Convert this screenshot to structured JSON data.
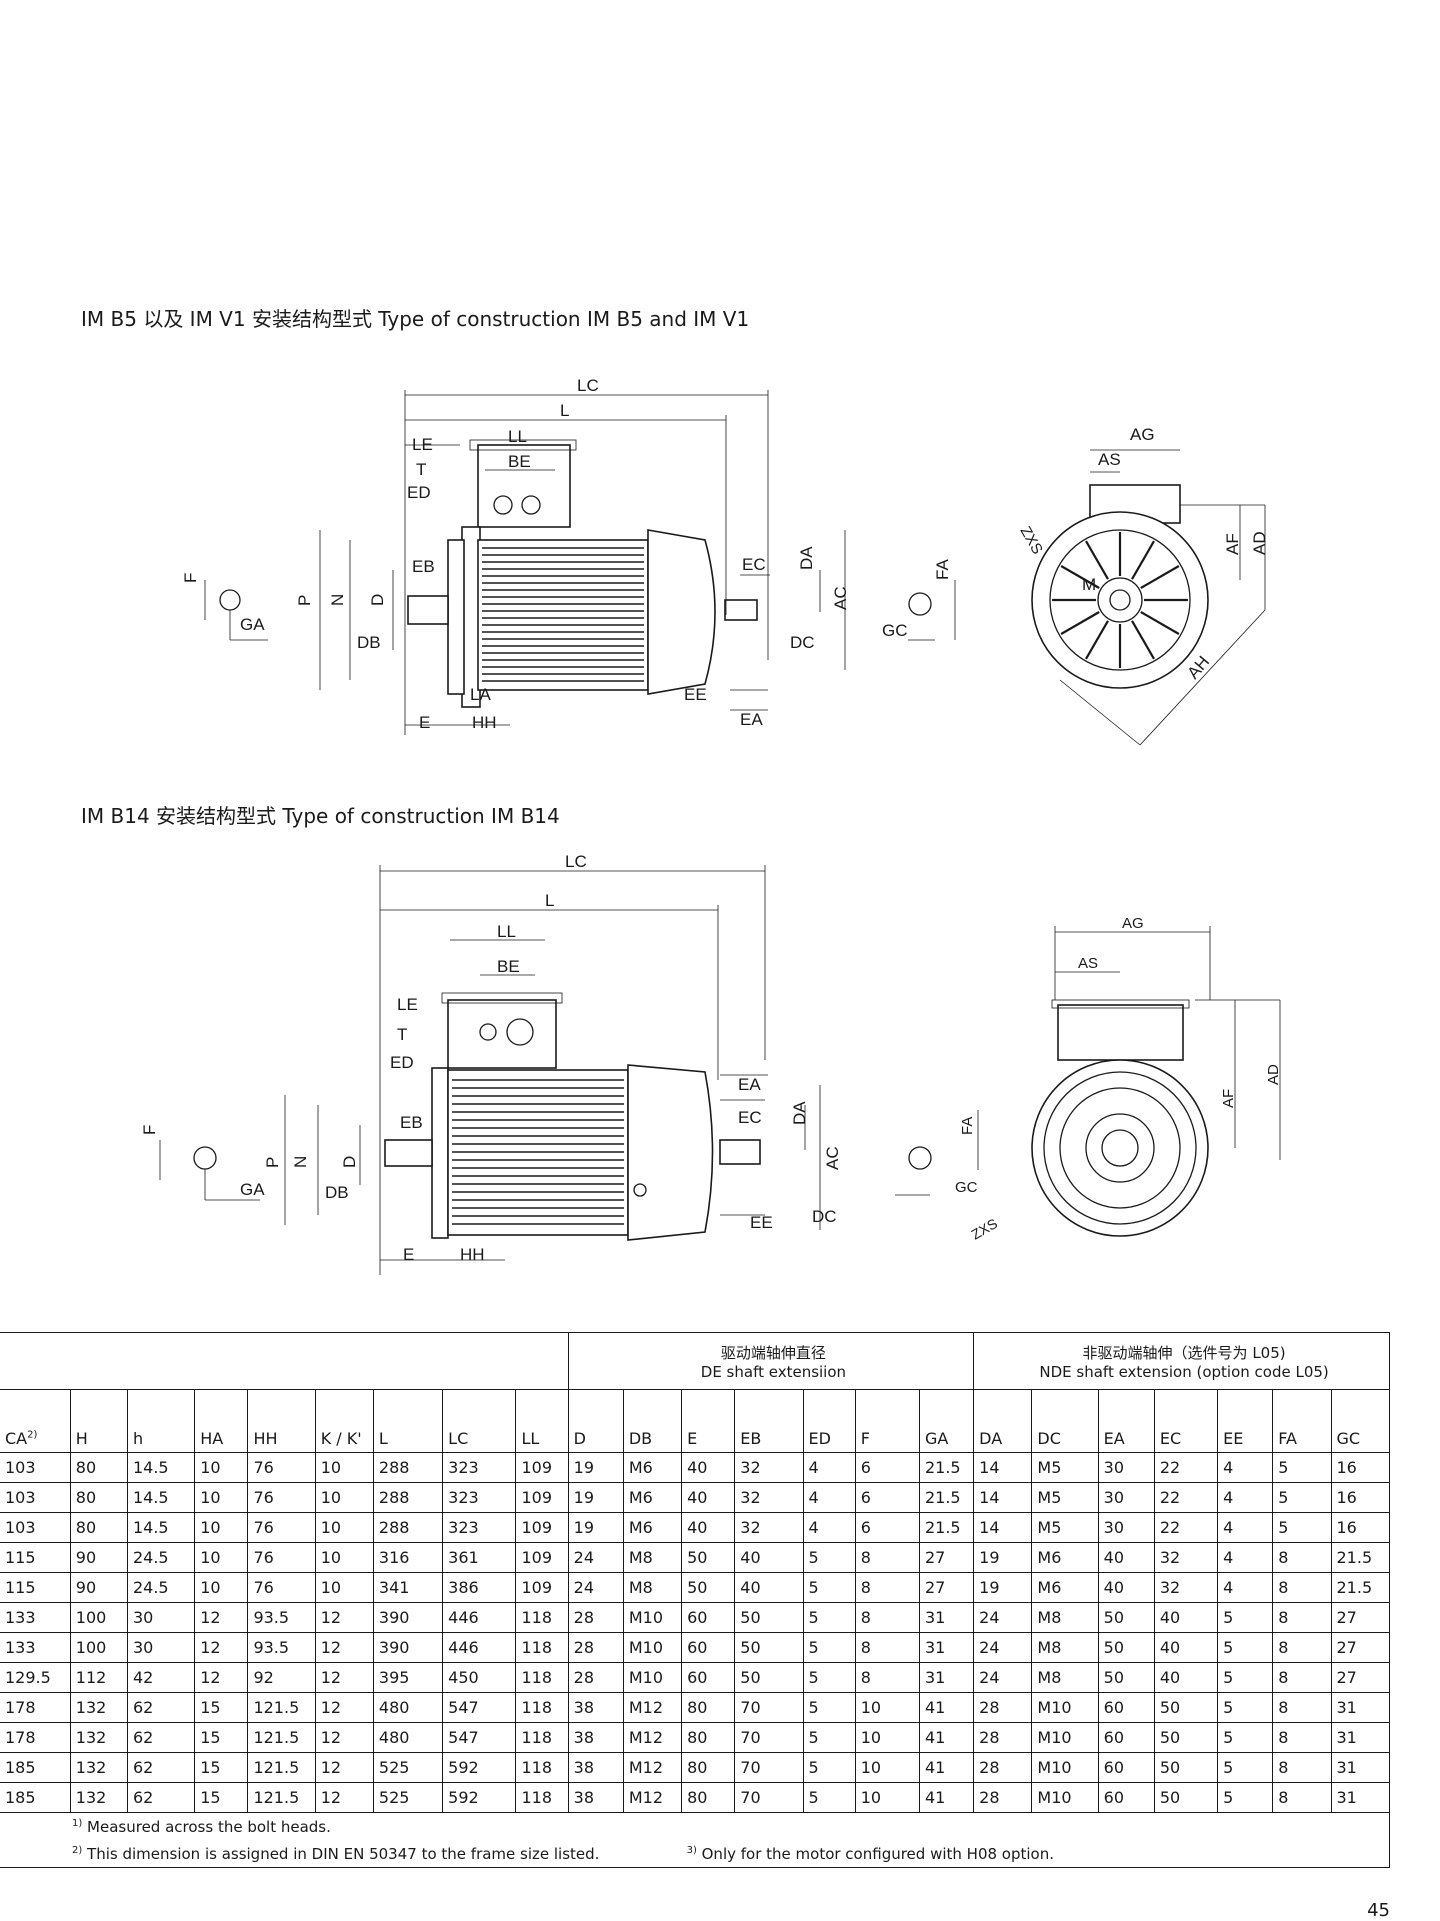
{
  "headings": {
    "b5": "IM B5 以及 IM V1 安装结构型式   Type of construction IM B5 and IM V1",
    "b14": "IM B14 安装结构型式   Type of construction IM B14"
  },
  "drawing_labels": {
    "b5_side": [
      "LC",
      "L",
      "LE",
      "LL",
      "BE",
      "T",
      "ED",
      "EB",
      "P",
      "N",
      "D",
      "DB",
      "LA",
      "E",
      "HH",
      "EC",
      "DA",
      "AC",
      "DC",
      "EE",
      "EA",
      "F",
      "GA"
    ],
    "b5_front": [
      "AG",
      "AS",
      "ZXS",
      "M",
      "AF",
      "AD",
      "AH",
      "FA",
      "GC"
    ],
    "b14_side": [
      "LC",
      "L",
      "LL",
      "BE",
      "LE",
      "T",
      "ED",
      "EA",
      "EC",
      "DA",
      "EB",
      "P",
      "N",
      "D",
      "DB",
      "AC",
      "DC",
      "EE",
      "E",
      "HH",
      "F",
      "GA"
    ],
    "b14_front": [
      "AG",
      "AS",
      "AF",
      "AD",
      "FA",
      "GC",
      "ZXS"
    ]
  },
  "table": {
    "group_de": [
      "驱动端轴伸直径",
      "DE shaft extensiion"
    ],
    "group_nde": [
      "非驱动端轴伸（选件号为 L05)",
      "NDE shaft extension  (option code L05)"
    ],
    "columns": [
      "CA",
      "H",
      "h",
      "HA",
      "HH",
      "K / K'",
      "L",
      "LC",
      "LL",
      "D",
      "DB",
      "E",
      "EB",
      "ED",
      "F",
      "GA",
      "DA",
      "DC",
      "EA",
      "EC",
      "EE",
      "FA",
      "GC"
    ],
    "ca_note": "2)",
    "rows": [
      [
        "103",
        "80",
        "14.5",
        "10",
        "76",
        "10",
        "288",
        "323",
        "109",
        "19",
        "M6",
        "40",
        "32",
        "4",
        "6",
        "21.5",
        "14",
        "M5",
        "30",
        "22",
        "4",
        "5",
        "16"
      ],
      [
        "103",
        "80",
        "14.5",
        "10",
        "76",
        "10",
        "288",
        "323",
        "109",
        "19",
        "M6",
        "40",
        "32",
        "4",
        "6",
        "21.5",
        "14",
        "M5",
        "30",
        "22",
        "4",
        "5",
        "16"
      ],
      [
        "103",
        "80",
        "14.5",
        "10",
        "76",
        "10",
        "288",
        "323",
        "109",
        "19",
        "M6",
        "40",
        "32",
        "4",
        "6",
        "21.5",
        "14",
        "M5",
        "30",
        "22",
        "4",
        "5",
        "16"
      ],
      [
        "115",
        "90",
        "24.5",
        "10",
        "76",
        "10",
        "316",
        "361",
        "109",
        "24",
        "M8",
        "50",
        "40",
        "5",
        "8",
        "27",
        "19",
        "M6",
        "40",
        "32",
        "4",
        "8",
        "21.5"
      ],
      [
        "115",
        "90",
        "24.5",
        "10",
        "76",
        "10",
        "341",
        "386",
        "109",
        "24",
        "M8",
        "50",
        "40",
        "5",
        "8",
        "27",
        "19",
        "M6",
        "40",
        "32",
        "4",
        "8",
        "21.5"
      ],
      [
        "133",
        "100",
        "30",
        "12",
        "93.5",
        "12",
        "390",
        "446",
        "118",
        "28",
        "M10",
        "60",
        "50",
        "5",
        "8",
        "31",
        "24",
        "M8",
        "50",
        "40",
        "5",
        "8",
        "27"
      ],
      [
        "133",
        "100",
        "30",
        "12",
        "93.5",
        "12",
        "390",
        "446",
        "118",
        "28",
        "M10",
        "60",
        "50",
        "5",
        "8",
        "31",
        "24",
        "M8",
        "50",
        "40",
        "5",
        "8",
        "27"
      ],
      [
        "129.5",
        "112",
        "42",
        "12",
        "92",
        "12",
        "395",
        "450",
        "118",
        "28",
        "M10",
        "60",
        "50",
        "5",
        "8",
        "31",
        "24",
        "M8",
        "50",
        "40",
        "5",
        "8",
        "27"
      ],
      [
        "178",
        "132",
        "62",
        "15",
        "121.5",
        "12",
        "480",
        "547",
        "118",
        "38",
        "M12",
        "80",
        "70",
        "5",
        "10",
        "41",
        "28",
        "M10",
        "60",
        "50",
        "5",
        "8",
        "31"
      ],
      [
        "178",
        "132",
        "62",
        "15",
        "121.5",
        "12",
        "480",
        "547",
        "118",
        "38",
        "M12",
        "80",
        "70",
        "5",
        "10",
        "41",
        "28",
        "M10",
        "60",
        "50",
        "5",
        "8",
        "31"
      ],
      [
        "185",
        "132",
        "62",
        "15",
        "121.5",
        "12",
        "525",
        "592",
        "118",
        "38",
        "M12",
        "80",
        "70",
        "5",
        "10",
        "41",
        "28",
        "M10",
        "60",
        "50",
        "5",
        "8",
        "31"
      ],
      [
        "185",
        "132",
        "62",
        "15",
        "121.5",
        "12",
        "525",
        "592",
        "118",
        "38",
        "M12",
        "80",
        "70",
        "5",
        "10",
        "41",
        "28",
        "M10",
        "60",
        "50",
        "5",
        "8",
        "31"
      ]
    ]
  },
  "footnotes": {
    "n1_mark": "1)",
    "n1": "Measured across the bolt heads.",
    "n2_mark": "2)",
    "n2": "This dimension is assigned in DIN EN 50347 to the frame size listed.",
    "n3_mark": "3)",
    "n3": "Only for the motor configured with H08 option."
  },
  "page_number": "45"
}
